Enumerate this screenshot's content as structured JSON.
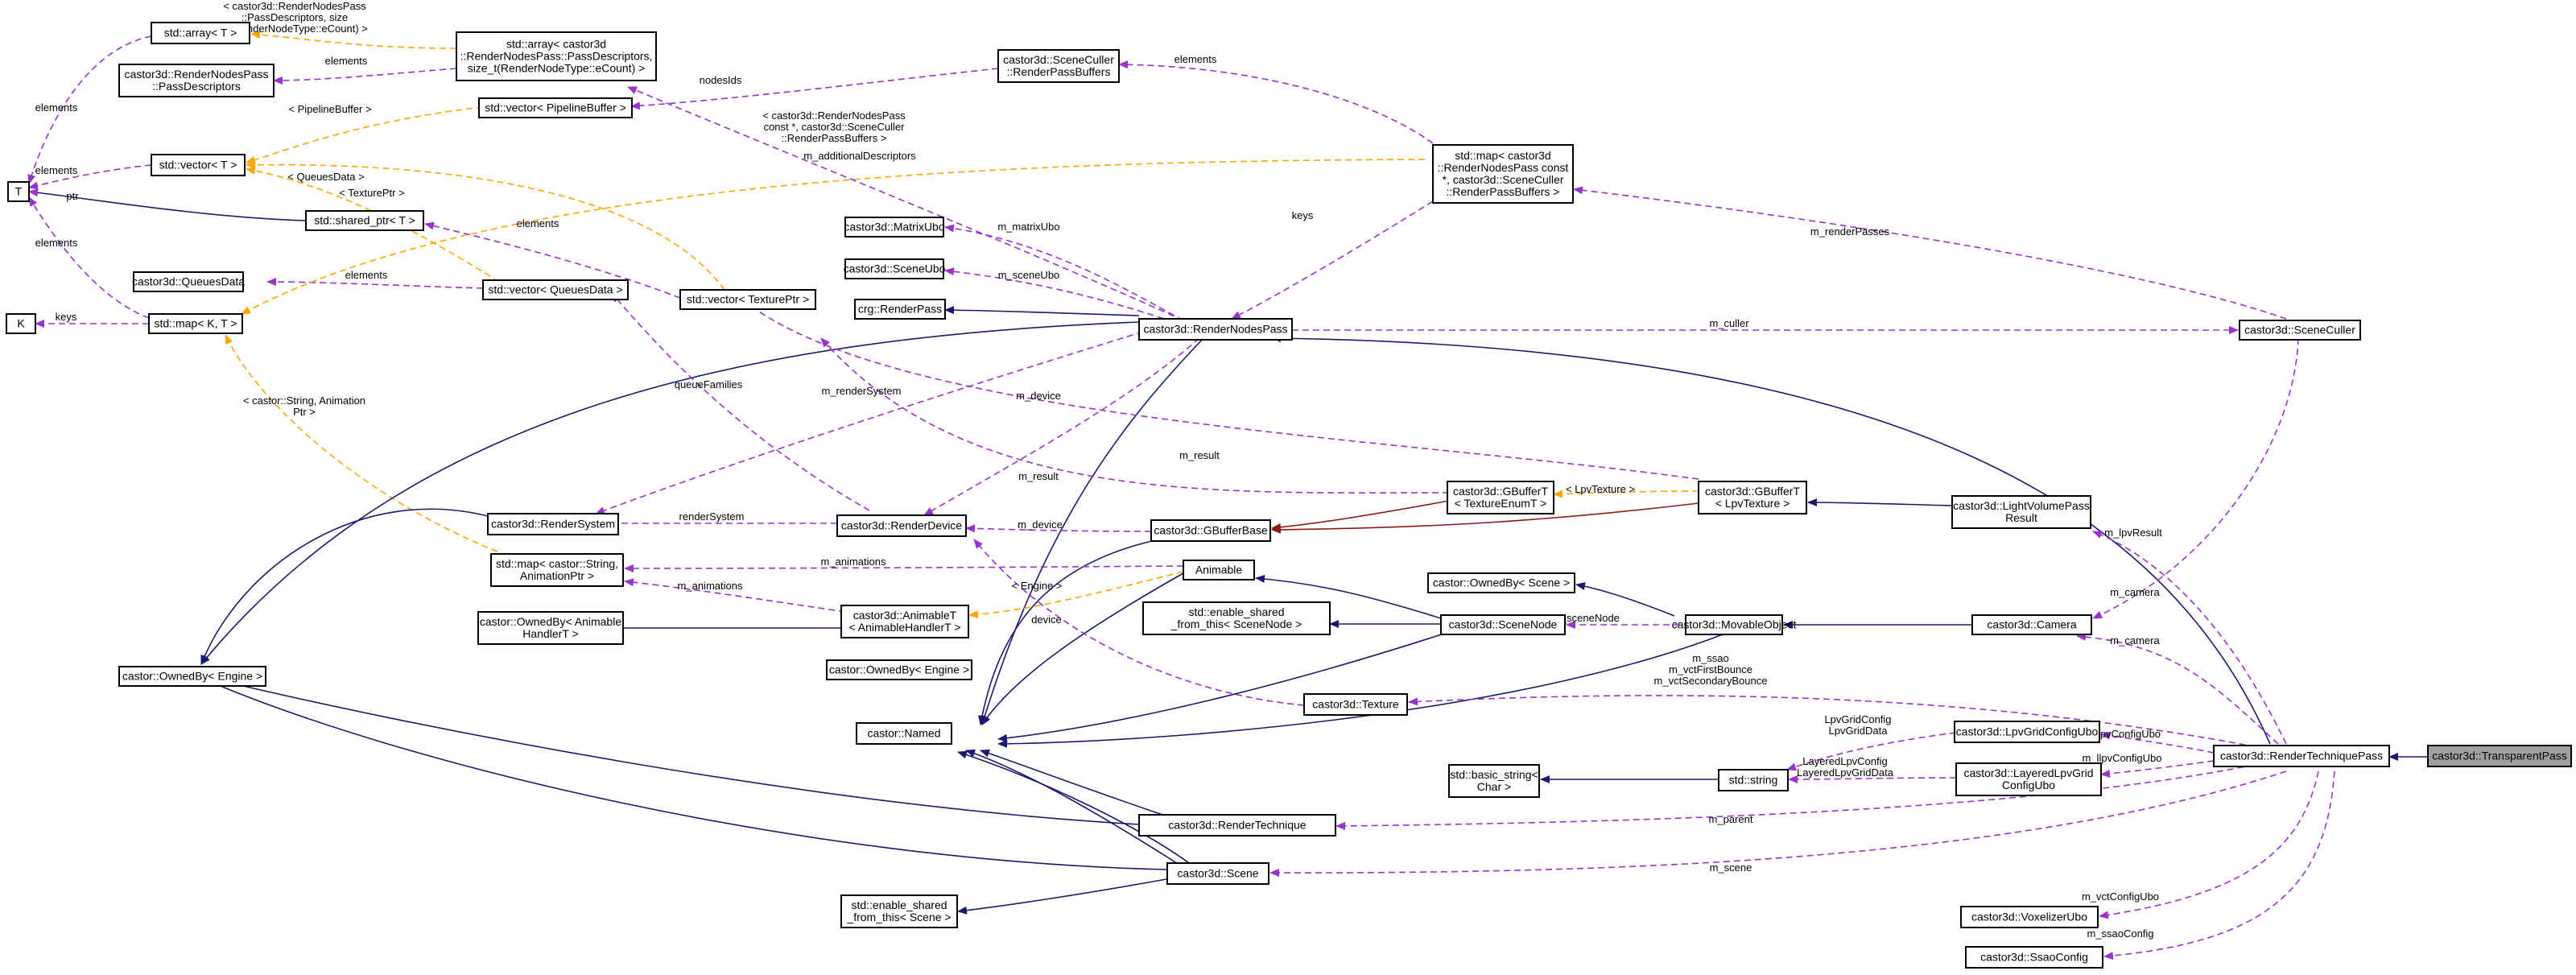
{
  "colors": {
    "inherit": "#191970",
    "inherit_private": "#8b1a1a",
    "usage": "#9a32cd",
    "template": "#ffa500",
    "focus_fill": "#a0a0a0"
  },
  "nodes": {
    "T": [
      "T"
    ],
    "K": [
      "K"
    ],
    "array_T": [
      "std::array< T >"
    ],
    "RNP_PassDescriptors": [
      "castor3d::RenderNodesPass",
      "::PassDescriptors"
    ],
    "array_PassDesc": [
      "std::array< castor3d",
      "::RenderNodesPass::PassDescriptors,",
      "size_t(RenderNodeType::eCount) >"
    ],
    "vector_T": [
      "std::vector< T >"
    ],
    "vector_PipelineBuffer": [
      "std::vector< PipelineBuffer >"
    ],
    "SceneCuller_RenderPassBuffers": [
      "castor3d::SceneCuller",
      "::RenderPassBuffers"
    ],
    "shared_ptr_T": [
      "std::shared_ptr< T >"
    ],
    "QueuesData": [
      "castor3d::QueuesData"
    ],
    "vector_QueuesData": [
      "std::vector< QueuesData >"
    ],
    "map_KT": [
      "std::map< K, T >"
    ],
    "MatrixUbo": [
      "castor3d::MatrixUbo"
    ],
    "SceneUbo": [
      "castor3d::SceneUbo"
    ],
    "vector_TexturePtr": [
      "std::vector< TexturePtr >"
    ],
    "crg_RenderPass": [
      "crg::RenderPass"
    ],
    "RenderNodesPass": [
      "castor3d::RenderNodesPass"
    ],
    "map_RNP": [
      "std::map< castor3d",
      "::RenderNodesPass const",
      "*, castor3d::SceneCuller",
      "::RenderPassBuffers >"
    ],
    "SceneCuller": [
      "castor3d::SceneCuller"
    ],
    "RenderSystem": [
      "castor3d::RenderSystem"
    ],
    "RenderDevice": [
      "castor3d::RenderDevice"
    ],
    "GBufferT_TextureEnumT": [
      "castor3d::GBufferT",
      "< TextureEnumT >"
    ],
    "GBufferT_LpvTexture": [
      "castor3d::GBufferT",
      "< LpvTexture >"
    ],
    "LightVolumePassResult": [
      "castor3d::LightVolumePass",
      "Result"
    ],
    "GBufferBase": [
      "castor3d::GBufferBase"
    ],
    "map_String_AnimationPtr": [
      "std::map< castor::String,",
      "AnimationPtr >"
    ],
    "Animable": [
      "Animable"
    ],
    "OwnedBy_Scene": [
      "castor::OwnedBy< Scene >"
    ],
    "OwnedBy_AnimableHandlerT": [
      "castor::OwnedBy< Animable",
      "HandlerT >"
    ],
    "AnimableT": [
      "castor3d::AnimableT",
      "< AnimableHandlerT >"
    ],
    "enable_shared_SceneNode": [
      "std::enable_shared",
      "_from_this< SceneNode >"
    ],
    "SceneNode": [
      "castor3d::SceneNode"
    ],
    "MovableObject": [
      "castor3d::MovableObject"
    ],
    "Camera": [
      "castor3d::Camera"
    ],
    "OwnedBy_Engine_mid": [
      "castor::OwnedBy< Engine >"
    ],
    "OwnedBy_Engine_left": [
      "castor::OwnedBy< Engine >"
    ],
    "Texture": [
      "castor3d::Texture"
    ],
    "Named": [
      "castor::Named"
    ],
    "LpvGridConfigUbo": [
      "castor3d::LpvGridConfigUbo"
    ],
    "basic_string_Char": [
      "std::basic_string<",
      "Char >"
    ],
    "std_string": [
      "std::string"
    ],
    "LayeredLpvGridConfigUbo": [
      "castor3d::LayeredLpvGrid",
      "ConfigUbo"
    ],
    "RenderTechniquePass": [
      "castor3d::RenderTechniquePass"
    ],
    "TransparentPass": [
      "castor3d::TransparentPass"
    ],
    "RenderTechnique": [
      "castor3d::RenderTechnique"
    ],
    "Scene": [
      "castor3d::Scene"
    ],
    "enable_shared_Scene": [
      "std::enable_shared",
      "_from_this< Scene >"
    ],
    "VoxelizerUbo": [
      "castor3d::VoxelizerUbo"
    ],
    "SsaoConfig": [
      "castor3d::SsaoConfig"
    ]
  },
  "edge_labels": {
    "L_elements_array": [
      "elements"
    ],
    "L_elements_vectorT": [
      "elements"
    ],
    "L_ptr": [
      "ptr"
    ],
    "L_elements_map": [
      "elements"
    ],
    "L_keys_K": [
      "keys"
    ],
    "L_array_template": [
      "< castor3d::RenderNodesPass",
      "::PassDescriptors, size",
      "_t(RenderNodeType::eCount) >"
    ],
    "L_elements_passdesc": [
      "elements"
    ],
    "L_pipelinebuffer": [
      "< PipelineBuffer >"
    ],
    "L_texptr": [
      "< TexturePtr >"
    ],
    "L_queuesdata_tpl": [
      "< QueuesData >"
    ],
    "L_elements_queues": [
      "elements"
    ],
    "L_elements_shared": [
      "elements"
    ],
    "L_animptr_tpl": [
      "< castor::String, Animation",
      "Ptr >"
    ],
    "L_nodesIds": [
      "nodesIds"
    ],
    "L_elements_culler": [
      "elements"
    ],
    "L_map_tpl": [
      "< castor3d::RenderNodesPass",
      "const *, castor3d::SceneCuller",
      "::RenderPassBuffers >"
    ],
    "L_additional": [
      "m_additionalDescriptors"
    ],
    "L_keys_rnp": [
      "keys"
    ],
    "L_renderPasses": [
      "m_renderPasses"
    ],
    "L_matrixUbo": [
      "m_matrixUbo"
    ],
    "L_sceneUbo": [
      "m_sceneUbo"
    ],
    "L_culler": [
      "m_culler"
    ],
    "L_queueFamilies": [
      "queueFamilies"
    ],
    "L_renderSystem_rnp": [
      "m_renderSystem"
    ],
    "L_device_rnp": [
      "m_device"
    ],
    "L_result_lpv": [
      "m_result"
    ],
    "L_result_enum": [
      "m_result"
    ],
    "L_lpvtexture": [
      "< LpvTexture >"
    ],
    "L_renderSystem": [
      "renderSystem"
    ],
    "L_device_gbuf": [
      "m_device"
    ],
    "L_animations_animable": [
      "m_animations"
    ],
    "L_animations_animT": [
      "m_animations"
    ],
    "L_engine_tpl": [
      "< Engine >"
    ],
    "L_device": [
      "device"
    ],
    "L_sceneNode": [
      "m_sceneNode"
    ],
    "L_lpvResult": [
      "m_lpvResult"
    ],
    "L_camera_culler": [
      "m_camera"
    ],
    "L_camera": [
      "m_camera"
    ],
    "L_ssao_vct": [
      "m_ssao",
      "m_vctFirstBounce",
      "m_vctSecondaryBounce"
    ],
    "L_lpvstr": [
      "LpvGridConfig",
      "LpvGridData"
    ],
    "L_layeredstr": [
      "LayeredLpvConfig",
      "LayeredLpvGridData"
    ],
    "L_lpvConfigUbo": [
      "m_lpvConfigUbo"
    ],
    "L_llpvConfigUbo": [
      "m_llpvConfigUbo"
    ],
    "L_parent": [
      "m_parent"
    ],
    "L_scene": [
      "m_scene"
    ],
    "L_vctConfigUbo": [
      "m_vctConfigUbo"
    ],
    "L_ssaoConfig": [
      "m_ssaoConfig"
    ]
  }
}
